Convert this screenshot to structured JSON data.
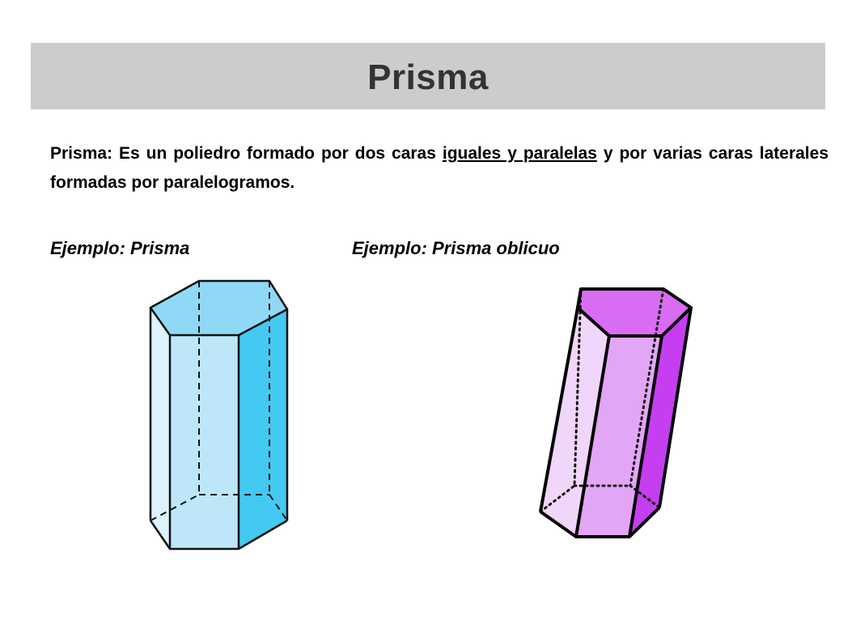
{
  "slide": {
    "title": "Prisma",
    "definition": {
      "before": "Prisma: Es un poliedro formado por dos caras ",
      "underlined": "iguales y paralelas",
      "after": " y por varias caras laterales formadas por paralelogramos."
    },
    "examples": [
      {
        "label": "Ejemplo: Prisma"
      },
      {
        "label": "Ejemplo: Prisma oblicuo"
      }
    ]
  },
  "figures": {
    "right_prism": {
      "shape": "hexagonal-right-prism",
      "colors": {
        "top": "#8fd9f6",
        "left": "#dcf2fc",
        "front": "#bde7f9",
        "right": "#43c9f2",
        "edge": "#111111"
      }
    },
    "oblique_prism": {
      "shape": "hexagonal-oblique-prism",
      "colors": {
        "top": "#d86cf2",
        "left": "#f0d6fa",
        "front": "#e3a6f6",
        "right": "#c53ef0",
        "edge": "#000000"
      }
    }
  },
  "colors": {
    "title_bar_bg": "#cccccc",
    "title_text": "#333333",
    "body_text": "#000000",
    "background": "#ffffff"
  }
}
